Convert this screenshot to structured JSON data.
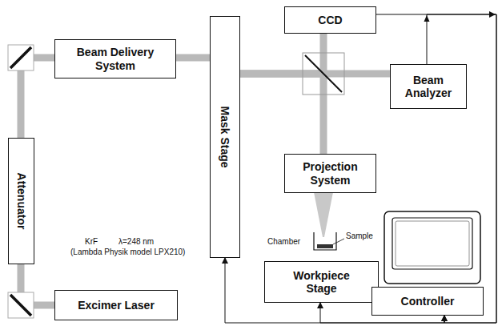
{
  "diagram": {
    "nodes": [
      {
        "text": [
          "CCD"
        ]
      },
      {
        "text": [
          "Beam Delivery System"
        ]
      },
      {
        "text": [
          "Mask Stage"
        ]
      },
      {
        "text": [
          "Beam Analyzer"
        ]
      },
      {
        "text": [
          "Attenuator"
        ]
      },
      {
        "text": [
          "Projection System"
        ]
      },
      {
        "text": [
          "Workpiece Stage"
        ]
      },
      {
        "text": [
          "Excimer Laser"
        ]
      },
      {
        "text": [
          "Controller"
        ]
      }
    ],
    "edges": [
      {
        "from": 7,
        "to": 4,
        "arrow": "none"
      },
      {
        "from": 4,
        "to": 1,
        "arrow": "none"
      },
      {
        "from": 1,
        "to": 2,
        "arrow": "none"
      },
      {
        "from": 2,
        "to": 3,
        "arrow": "none"
      },
      {
        "from": 2,
        "to": 0,
        "arrow": "none"
      },
      {
        "from": 2,
        "to": 5,
        "arrow": "none"
      },
      {
        "from": 0,
        "to": 8,
        "arrow": "to"
      },
      {
        "from": 3,
        "to": 8,
        "arrow": "to"
      },
      {
        "from": 8,
        "to": 2,
        "arrow": "to"
      },
      {
        "from": 8,
        "to": 6,
        "arrow": "to"
      }
    ],
    "labels": [
      "KrF",
      "λ=248 nm",
      "(Lambda Physik model LPX210)",
      "Chamber",
      "Sample"
    ]
  }
}
